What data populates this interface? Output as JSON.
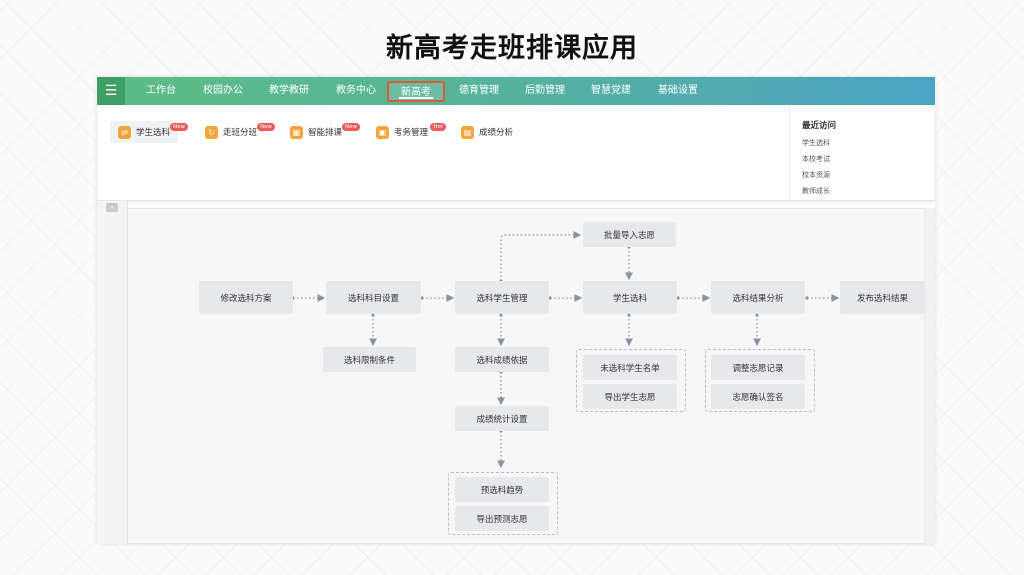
{
  "slide_title": "新高考走班排课应用",
  "nav": {
    "items": [
      "工作台",
      "校园办公",
      "教学教研",
      "教务中心",
      "新高考",
      "德育管理",
      "后勤管理",
      "智慧党建",
      "基础设置"
    ],
    "active_index": 4
  },
  "submenu": {
    "items": [
      {
        "label": "学生选科",
        "badge": "New",
        "icon": "swap-icon"
      },
      {
        "label": "走班分班",
        "badge": "New",
        "icon": "refresh-icon"
      },
      {
        "label": "智能排课",
        "badge": "New",
        "icon": "calendar-icon"
      },
      {
        "label": "考务管理",
        "badge": "Hot",
        "icon": "users-icon"
      },
      {
        "label": "成绩分析",
        "badge": "",
        "icon": "chart-icon"
      }
    ],
    "selected_index": 0
  },
  "recent": {
    "title": "最近访问",
    "links": [
      "学生选科",
      "本校考试",
      "校本资源",
      "教师成长"
    ]
  },
  "flow": {
    "nodes": {
      "modify_plan": "修改选科方案",
      "subject_setup": "选科科目设置",
      "restriction": "选科限制条件",
      "student_mgmt": "选科学生管理",
      "score_basis": "选科成绩依据",
      "score_stats": "成绩统计设置",
      "predict_trend": "预选科趋势",
      "export_predict": "导出预测志愿",
      "batch_import": "批量导入志愿",
      "student_select": "学生选科",
      "unselected_list": "未选科学生名单",
      "export_choices": "导出学生志愿",
      "result_analysis": "选科结果分析",
      "adjust_record": "调整志愿记录",
      "confirm_sign": "志愿确认签名",
      "publish_result": "发布选科结果"
    }
  },
  "colors": {
    "nav_start": "#5dbd84",
    "nav_end": "#4aa3c4",
    "active_border": "#e4582f",
    "icon_orange": "#f3a43a",
    "badge_red": "#ec5a5a",
    "node_bg": "#e7e8ec",
    "connector": "#8a93a6"
  }
}
